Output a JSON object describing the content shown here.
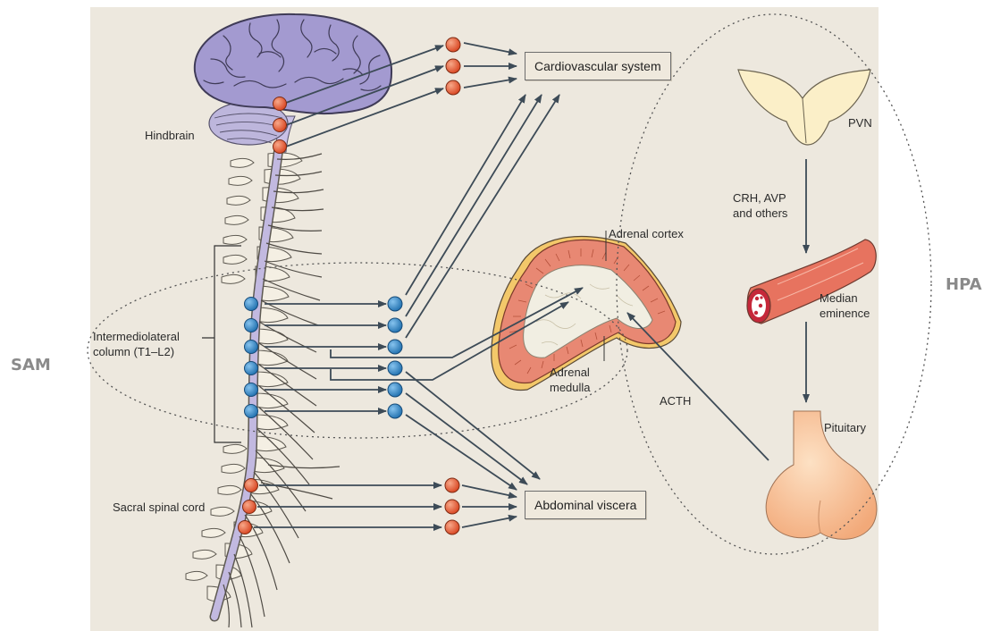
{
  "labels": {
    "hindbrain": "Hindbrain",
    "intermediolateral_line1": "Intermediolateral",
    "intermediolateral_line2": "column (T1–L2)",
    "sacral": "Sacral spinal cord",
    "adrenal_cortex": "Adrenal cortex",
    "adrenal_medulla_line1": "Adrenal",
    "adrenal_medulla_line2": "medulla",
    "pvn": "PVN",
    "hormones_line1": "CRH, AVP",
    "hormones_line2": "and others",
    "median_line1": "Median",
    "median_line2": "eminence",
    "pituitary": "Pituitary",
    "acth": "ACTH"
  },
  "boxes": {
    "cardiovascular": "Cardiovascular system",
    "abdominal": "Abdominal viscera"
  },
  "regions": {
    "sam": "SAM",
    "hpa": "HPA"
  },
  "colors": {
    "background": "#ede8de",
    "arrow": "#3d4b57",
    "red_neuron": "#e0532a",
    "blue_neuron": "#2f86c6",
    "brain": "#a39ad0",
    "adrenal_cortex": "#e88873",
    "adrenal_medulla": "#f1eee2"
  }
}
